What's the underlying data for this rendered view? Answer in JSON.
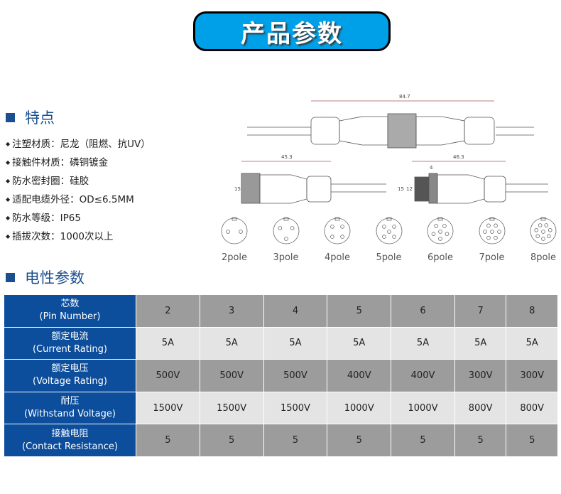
{
  "title": "产品参数",
  "features": {
    "heading": "特点",
    "items": [
      "注塑材质：尼龙（阻燃、抗UV）",
      "接触件材质：磷铜镀金",
      "防水密封圈：硅胶",
      "适配电缆外径：OD≤6.5MM",
      "防水等级：IP65",
      "插拔次数：1000次以上"
    ]
  },
  "diagram": {
    "dim_total": "84.7",
    "dim_male": "45.3",
    "dim_female": "46.3",
    "dim_height": "15",
    "dim_thread": "4",
    "dim_inner": "12"
  },
  "poles": [
    {
      "label": "2pole",
      "pins": 2
    },
    {
      "label": "3pole",
      "pins": 3
    },
    {
      "label": "4pole",
      "pins": 4
    },
    {
      "label": "5pole",
      "pins": 5
    },
    {
      "label": "6pole",
      "pins": 6
    },
    {
      "label": "7pole",
      "pins": 7
    },
    {
      "label": "8pole",
      "pins": 8
    }
  ],
  "electrical": {
    "heading": "电性参数",
    "rows": [
      {
        "cn": "芯数",
        "en": "(Pin Number)",
        "values": [
          "2",
          "3",
          "4",
          "5",
          "6",
          "7",
          "8"
        ]
      },
      {
        "cn": "额定电流",
        "en": "(Current Rating)",
        "values": [
          "5A",
          "5A",
          "5A",
          "5A",
          "5A",
          "5A",
          "5A"
        ]
      },
      {
        "cn": "额定电压",
        "en": "(Voltage Rating)",
        "values": [
          "500V",
          "500V",
          "500V",
          "400V",
          "400V",
          "300V",
          "300V"
        ]
      },
      {
        "cn": "耐压",
        "en": "(Withstand Voltage)",
        "values": [
          "1500V",
          "1500V",
          "1500V",
          "1000V",
          "1000V",
          "800V",
          "800V"
        ]
      },
      {
        "cn": "接触电阻",
        "en": "(Contact Resistance)",
        "values": [
          "5",
          "5",
          "5",
          "5",
          "5",
          "5",
          "5"
        ]
      }
    ]
  },
  "colors": {
    "banner": "#00a0e9",
    "header_col": "#0c4d9c",
    "heading": "#1b4f8f"
  }
}
